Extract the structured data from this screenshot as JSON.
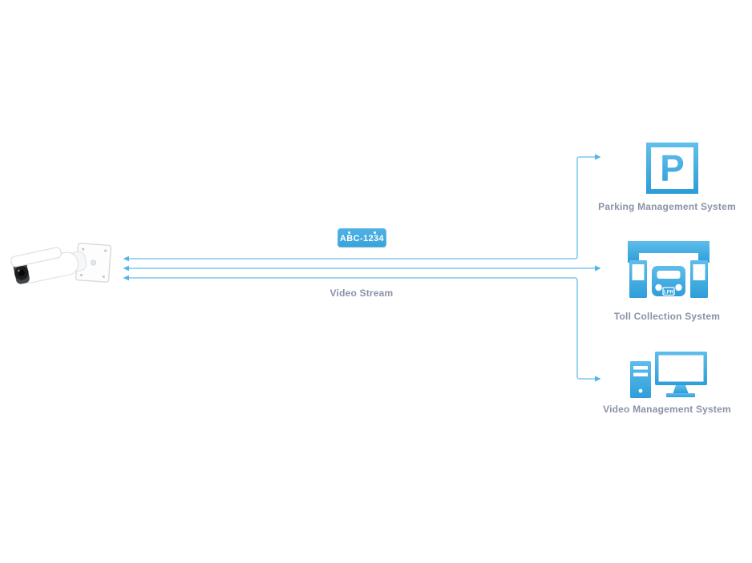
{
  "colors": {
    "connector_line": "#7cc8f0",
    "arrowhead": "#55b5e8",
    "icon_blue_light": "#5fbdeb",
    "icon_blue_dark": "#2e9ed9",
    "label_text": "#8a92a6",
    "plate_background": "#43aadf",
    "plate_text_color": "#ffffff"
  },
  "plate": {
    "text": "ABC-1234"
  },
  "stream": {
    "label": "Video Stream"
  },
  "systems": {
    "parking": {
      "label": "Parking Management System",
      "icon_letter": "P"
    },
    "toll": {
      "label": "Toll Collection System",
      "car_plate": "LPR"
    },
    "vms": {
      "label": "Video Management System"
    }
  }
}
